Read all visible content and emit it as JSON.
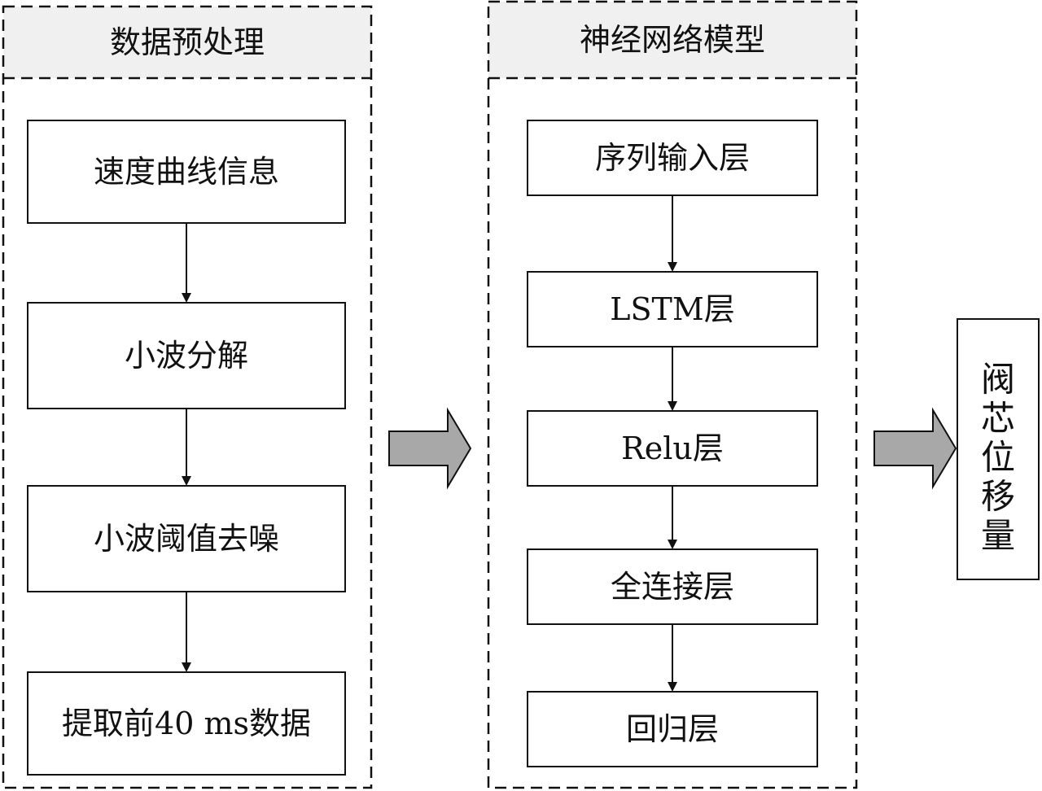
{
  "panels": {
    "preprocessing": {
      "title": "数据预处理",
      "steps": [
        "速度曲线信息",
        "小波分解",
        "小波阈值去噪",
        "提取前40 ms数据"
      ]
    },
    "network": {
      "title": "神经网络模型",
      "layers": [
        "序列输入层",
        "LSTM层",
        "Relu层",
        "全连接层",
        "回归层"
      ]
    }
  },
  "output": {
    "label_chars": [
      "阀",
      "芯",
      "位",
      "移",
      "量"
    ]
  },
  "colors": {
    "header_fill": "#f0f0f0",
    "arrow_fill": "#a8a8a8",
    "stroke": "#111111"
  }
}
